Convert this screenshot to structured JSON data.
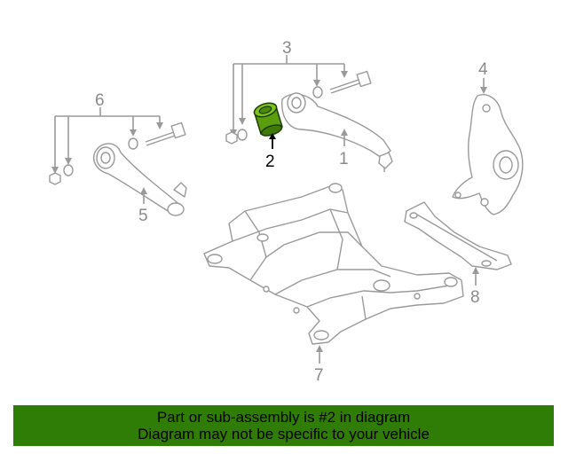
{
  "diagram": {
    "callouts": {
      "c1": "1",
      "c2": "2",
      "c3": "3",
      "c4": "4",
      "c5": "5",
      "c6": "6",
      "c7": "7",
      "c8": "8"
    },
    "highlighted_part": "2",
    "colors": {
      "line": "#9a9a9a",
      "highlight": "#5a9e10",
      "banner": "#2f7d07"
    }
  },
  "banner": {
    "line1": "Part or sub-assembly is #2 in diagram",
    "line2": "Diagram may not be specific to your vehicle"
  }
}
